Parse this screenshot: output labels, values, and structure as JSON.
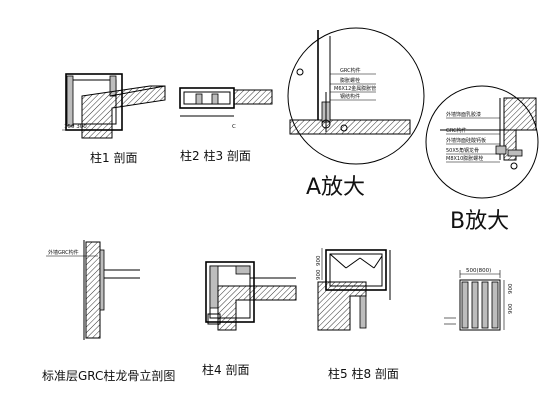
{
  "captions": {
    "col1_section": "柱1 剖面",
    "col2_col3_section": "柱2 柱3 剖面",
    "detail_a": "A放大",
    "detail_b": "B放大",
    "std_floor_keel": "标准层GRC柱龙骨立剖图",
    "col4_section": "柱4 剖面",
    "col5_col8_section": "柱5 柱8 剖面"
  },
  "detail_a_callouts": {
    "grc_part": "GRC构件",
    "note_2": "膨胀螺栓",
    "note_3": "M6X12金属膨胀管",
    "note_4": "钢结构件"
  },
  "detail_b_callouts": {
    "note_1": "外墙饰面乳胶漆",
    "grc_part": "GRC构件",
    "note_3": "外墙饰面硅酸钙板",
    "note_4": "50X5角钢龙骨",
    "note_5": "M8X10膨胀螺栓"
  },
  "col1_dims": {
    "dim": "150 300"
  },
  "col2_dims": {
    "mark": "C"
  },
  "keel_elev_callout": "外墙GRC构件",
  "keel_dims": {
    "top": "500(800)",
    "side_1": "900",
    "side_2": "900"
  },
  "col5_dims": {
    "side_1": "900",
    "side_2": "900"
  }
}
